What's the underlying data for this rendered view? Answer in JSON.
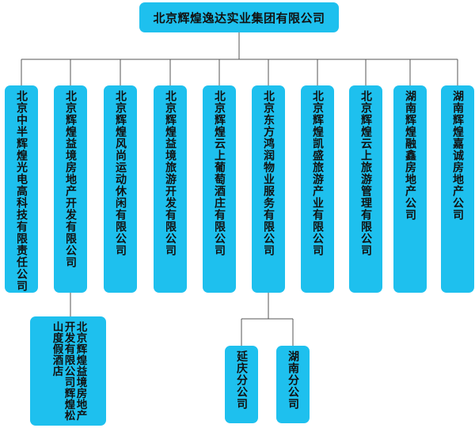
{
  "root": {
    "label": "北京辉煌逸达实业集团有限公司"
  },
  "companies": [
    {
      "label": "北京中半辉煌光电高科技有限责任公司"
    },
    {
      "label": "北京辉煌益境房地产开发有限公司"
    },
    {
      "label": "北京辉煌风尚运动休闲有限公司"
    },
    {
      "label": "北京辉煌益境旅游开发有限公司"
    },
    {
      "label": "北京辉煌云上葡萄酒庄有限公司"
    },
    {
      "label": "北京东方鸿润物业服务有限公司"
    },
    {
      "label": "北京辉煌凯盛旅游产业有限公司"
    },
    {
      "label": "北京辉煌云上旅游管理有限公司"
    },
    {
      "label": "湖南辉煌融鑫房地产公司"
    },
    {
      "label": "湖南辉煌嘉诚房地产公司"
    }
  ],
  "subsidiary_hotel": {
    "label": "北京辉煌益境房地产开发有限公司辉煌松山度假酒店"
  },
  "branches": [
    {
      "label": "延庆分公司"
    },
    {
      "label": "湖南分公司"
    }
  ],
  "colors": {
    "box_fill": "#1ec0ee",
    "line": "#555555",
    "text": "#111111"
  }
}
